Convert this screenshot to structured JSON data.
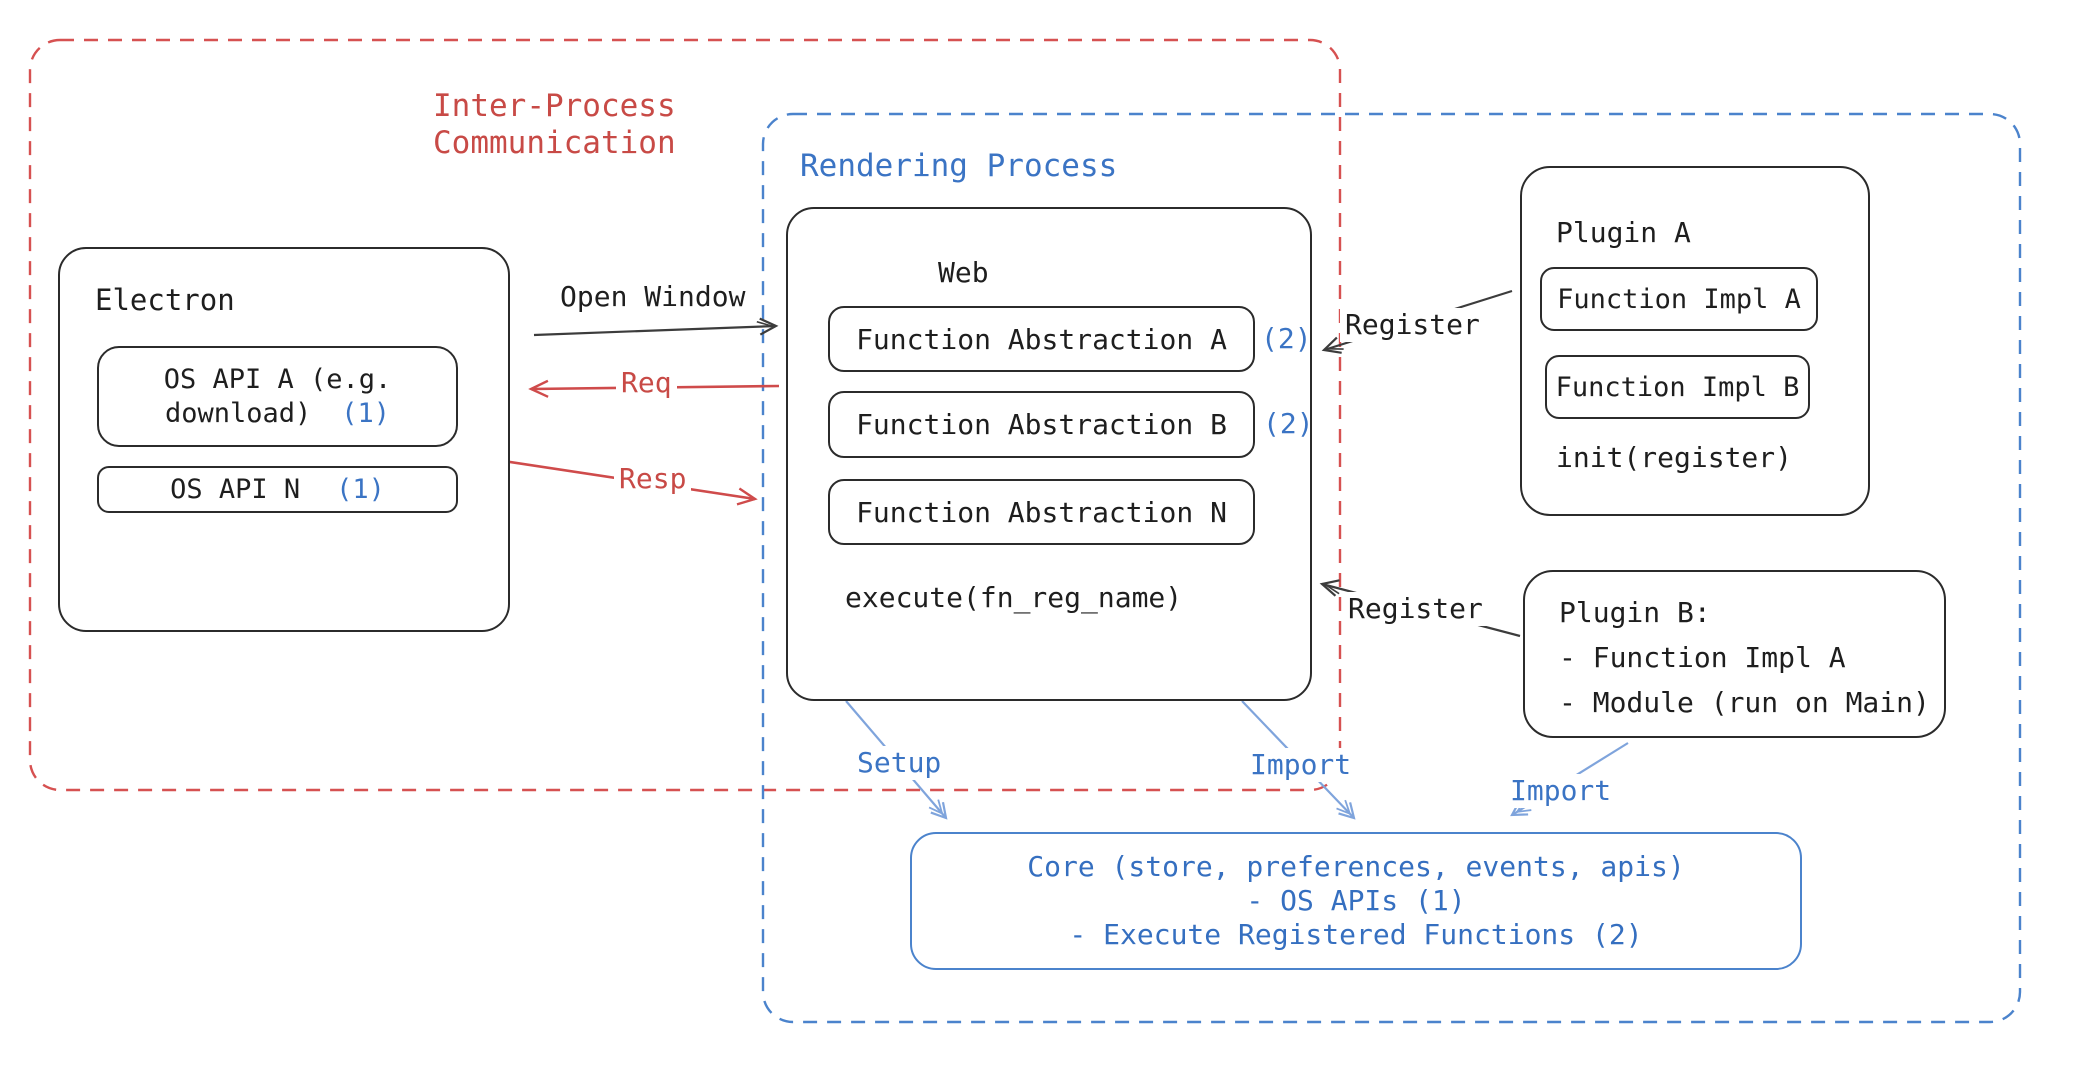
{
  "diagram": {
    "ipc_region": {
      "label_line1": "Inter-Process",
      "label_line2": "Communication"
    },
    "rendering_region": {
      "label": "Rendering Process"
    },
    "electron": {
      "title": "Electron",
      "os_api_a": {
        "line1": "OS API A (e.g.",
        "line2": "download)",
        "ref": "(1)"
      },
      "os_api_n": {
        "label": "OS API N",
        "ref": "(1)"
      }
    },
    "web": {
      "title": "Web",
      "abstractions": [
        {
          "label": "Function Abstraction A",
          "ref": "(2)"
        },
        {
          "label": "Function Abstraction B",
          "ref": "(2)"
        },
        {
          "label": "Function Abstraction N",
          "ref": ""
        }
      ],
      "execute": "execute(fn_reg_name)"
    },
    "plugin_a": {
      "title": "Plugin A",
      "impl_a": "Function Impl A",
      "impl_b": "Function Impl B",
      "init": "init(register)"
    },
    "plugin_b": {
      "title": "Plugin B:",
      "line1": "- Function Impl A",
      "line2": "- Module (run on Main)"
    },
    "core": {
      "line1": "Core (store, preferences, events, apis)",
      "line2": "- OS APIs (1)",
      "line3": "- Execute Registered Functions (2)"
    },
    "labels": {
      "open_window": "Open Window",
      "req": "Req",
      "resp": "Resp",
      "register_top": "Register",
      "register_bottom": "Register",
      "setup": "Setup",
      "import_web": "Import",
      "import_plugin": "Import"
    },
    "colors": {
      "red": "#c84a46",
      "blue": "#3b74c4",
      "arrow_blue": "#7fa4dc",
      "ink": "#1e1e1e"
    }
  }
}
